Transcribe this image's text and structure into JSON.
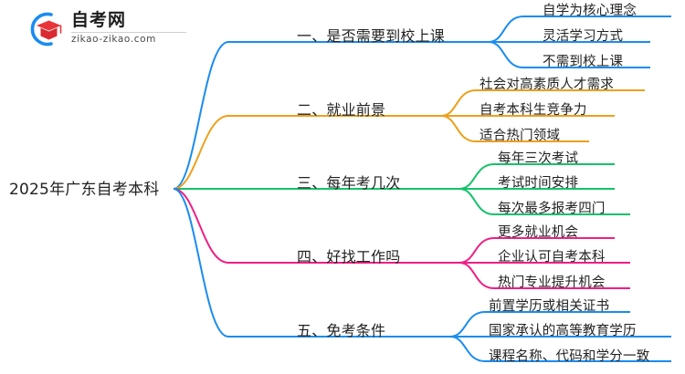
{
  "logo": {
    "name_cn": "自考网",
    "url": "zikao-zikao.com",
    "mark_icon": "graduation-cap-icon",
    "arc_color": "#1a8cf0",
    "cap_color": "#e8343a"
  },
  "mindmap": {
    "root": {
      "label": "2025年广东自考本科"
    },
    "branches": [
      {
        "label": "一、是否需要到校上课",
        "color": "#1a8cf0",
        "leaves": [
          "自学为核心理念",
          "灵活学习方式",
          "不需到校上课"
        ]
      },
      {
        "label": "二、就业前景",
        "color": "#eda01c",
        "leaves": [
          "社会对高素质人才需求",
          "自考本科生竞争力",
          "适合热门领域"
        ]
      },
      {
        "label": "三、每年考几次",
        "color": "#15c26b",
        "leaves": [
          "每年三次考试",
          "考试时间安排",
          "每次最多报考四门"
        ]
      },
      {
        "label": "四、好找工作吗",
        "color": "#f01f84",
        "leaves": [
          "更多就业机会",
          "企业认可自考本科",
          "热门专业提升机会"
        ]
      },
      {
        "label": "五、免考条件",
        "color": "#1a8cf0",
        "leaves": [
          "前置学历或相关证书",
          "国家承认的高等教育学历",
          "课程名称、代码和学分一致"
        ]
      }
    ]
  }
}
